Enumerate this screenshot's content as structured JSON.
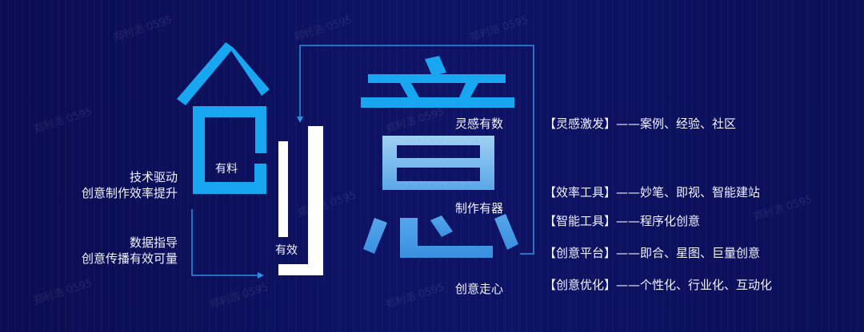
{
  "title_chars": [
    "创",
    "意"
  ],
  "colors": {
    "background": "#0d1060",
    "cyan": "#19a6f0",
    "light_blue": "#8ec8f0",
    "blue": "#3d9ae6",
    "white": "#ffffff"
  },
  "labels": {
    "you_liao": "有料",
    "you_xiao": "有效",
    "linggan": "灵感有数",
    "zhizuo": "制作有器",
    "zouxin": "创意走心"
  },
  "left_notes": [
    {
      "line1": "技术驱动",
      "line2": "创意制作效率提升"
    },
    {
      "line1": "数据指导",
      "line2": "创意传播有效可量"
    }
  ],
  "right_list": [
    {
      "tag": "【灵感激发】",
      "items": "——案例、经验、社区"
    },
    {
      "tag": "【效率工具】",
      "items": "——妙笔、即视、智能建站"
    },
    {
      "tag": "【智能工具】",
      "items": "——程序化创意"
    },
    {
      "tag": "【创意平台】",
      "items": "——即合、星图、巨量创意"
    },
    {
      "tag": "【创意优化】",
      "items": "——个性化、行业化、互动化"
    }
  ],
  "watermark": "郑利浩 0595"
}
